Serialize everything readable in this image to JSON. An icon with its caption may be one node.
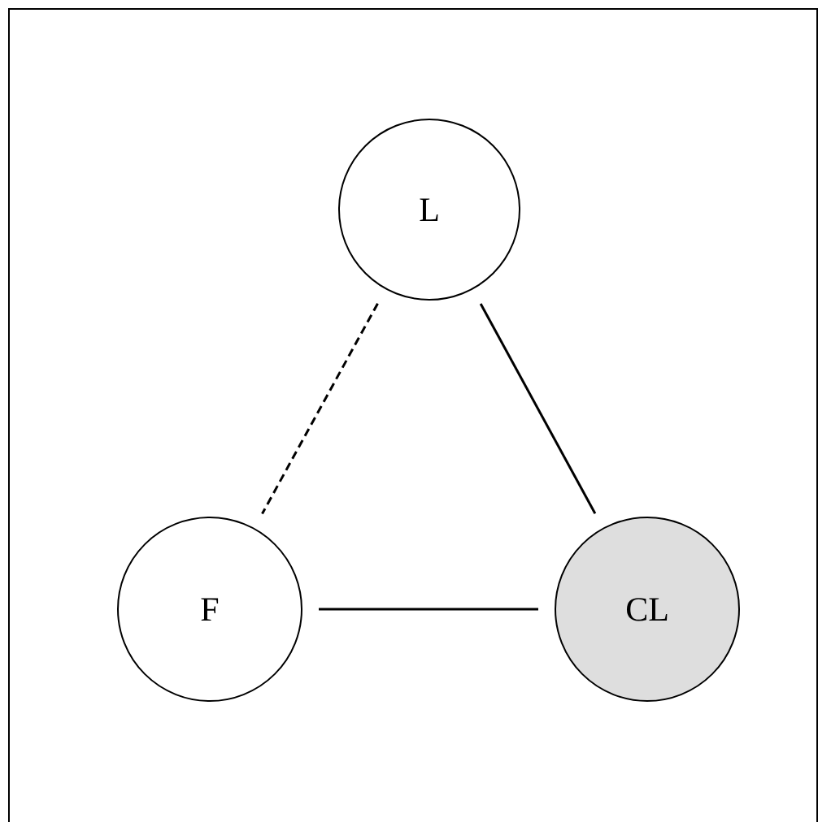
{
  "diagram": {
    "nodes": [
      {
        "text": [
          "L"
        ]
      },
      {
        "text": [
          "F"
        ]
      },
      {
        "text": [
          "CL"
        ]
      }
    ],
    "edges": [
      {
        "from": 0,
        "to": 1,
        "arrow": "none",
        "style": "dashed"
      },
      {
        "from": 0,
        "to": 2,
        "arrow": "none"
      },
      {
        "from": 1,
        "to": 2,
        "arrow": "none"
      }
    ]
  }
}
